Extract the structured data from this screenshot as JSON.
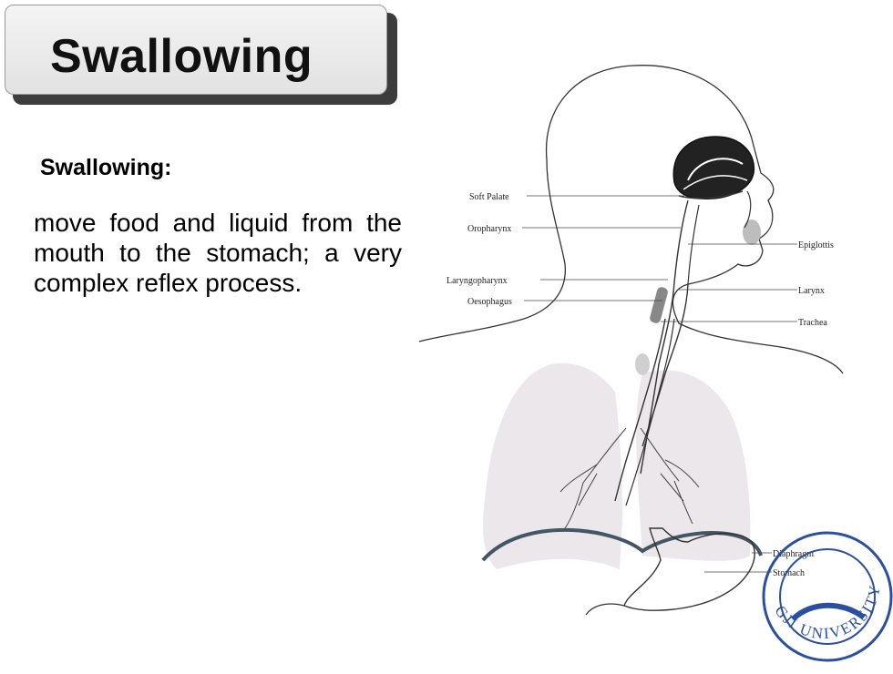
{
  "slide": {
    "title": "Swallowing",
    "subheading": "Swallowing:",
    "body": "move food and liquid from the mouth to the stomach; a very complex reflex process."
  },
  "diagram": {
    "labels": {
      "soft_palate": "Soft Palate",
      "oropharynx": "Oropharynx",
      "epiglottis": "Epiglottis",
      "laryngopharynx": "Laryngopharynx",
      "larynx": "Larynx",
      "oesophagus": "Oesophagus",
      "trachea": "Trachea",
      "diaphragm": "Diaphragm",
      "stomach": "Stomach"
    }
  },
  "seal": {
    "text": "GJI UNIVERSITY"
  },
  "colors": {
    "title_shadow": "#3d3d3d",
    "seal_blue": "#2b4fa0",
    "lung_fill": "#ece7ea"
  }
}
